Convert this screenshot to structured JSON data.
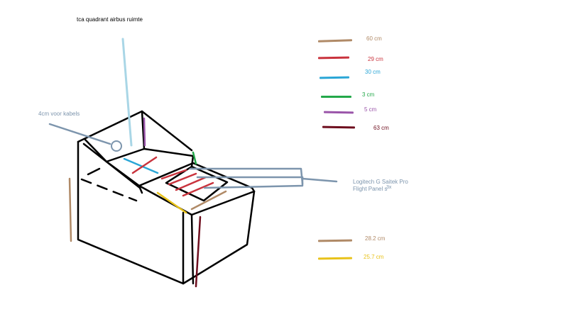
{
  "title": "tca quadrant airbus ruimte",
  "cable_note": "4cm voor  kabels",
  "panel_label_line1": "Logitech G Saitek Pro",
  "panel_label_line2": "Flight Panel s",
  "panel_count": "3x",
  "legend": [
    {
      "label": "60 cm",
      "color": "#b08a67"
    },
    {
      "label": "29 cm",
      "color": "#c9333d"
    },
    {
      "label": "30 cm",
      "color": "#2aa6d6"
    },
    {
      "label": "3 cm",
      "color": "#23a84a"
    },
    {
      "label": "5 cm",
      "color": "#9a55a9"
    },
    {
      "label": "63 cm",
      "color": "#6e0e1e"
    },
    {
      "label": "28.2 cm",
      "color": "#b08a67"
    },
    {
      "label": "25.7 cm",
      "color": "#e8c21a"
    }
  ],
  "colors": {
    "outline": "#000000",
    "annotation": "#7d95ad",
    "title_pointer": "#a9d6e6"
  }
}
